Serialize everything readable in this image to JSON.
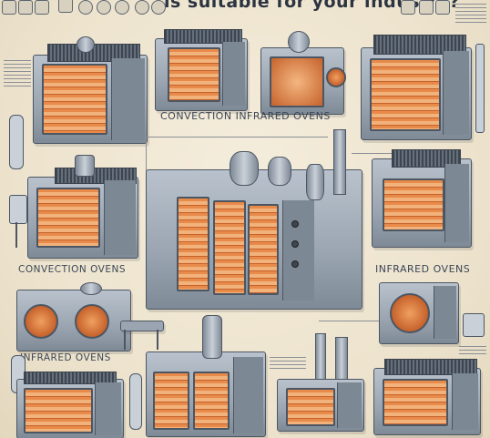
{
  "header": {
    "title": "is suitable for your industry?"
  },
  "labels": {
    "top_center": "CONVECTION   INFRARED OVENS",
    "mid_left": "CONVECTION OVENS",
    "mid_right": "INFRARED OVENS",
    "bottom_left": "INFRARED OVENS"
  },
  "colors": {
    "background": "#efe6d3",
    "oven_body": "#9aa5b1",
    "heat_glow": "#e88a4a",
    "outline": "#4c5663"
  }
}
